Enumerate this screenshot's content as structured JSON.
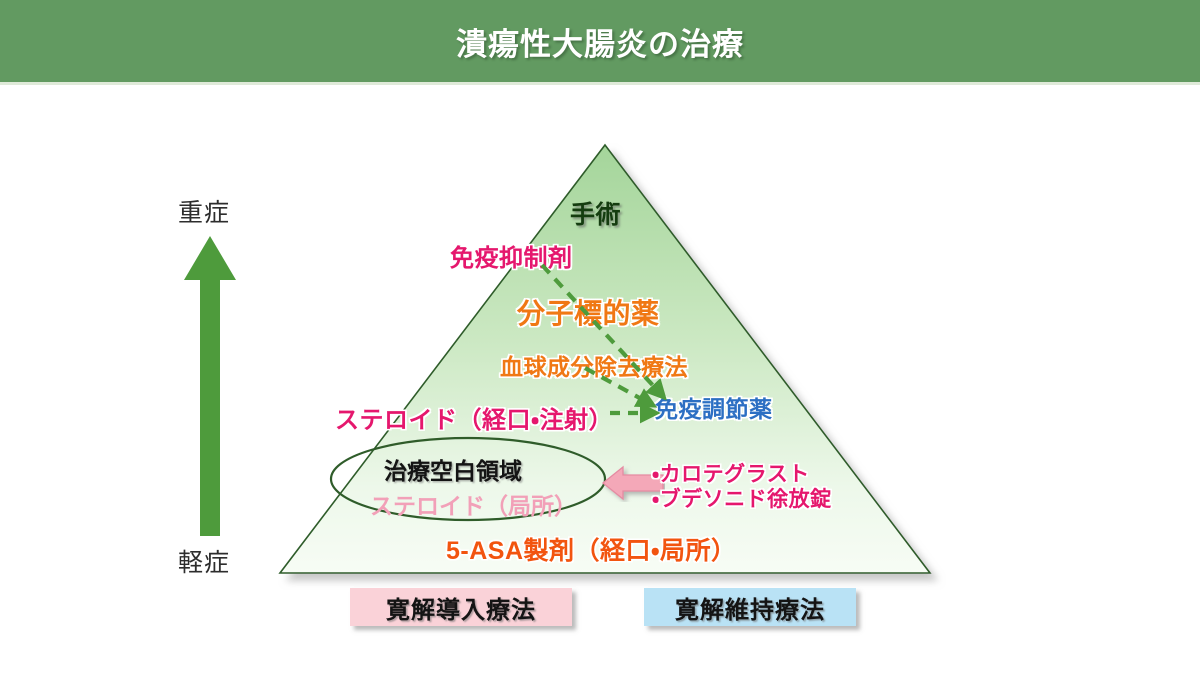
{
  "header": {
    "title": "潰瘍性大腸炎の治療",
    "bar_color": "#629a61",
    "title_color": "#ffffff"
  },
  "axis": {
    "severe_label": "重症",
    "mild_label": "軽症",
    "arrow_color": "#4e9b3c",
    "arrow_direction": "up",
    "label_color": "#2d2d2d"
  },
  "pyramid": {
    "fill_top_color": "#a6d69c",
    "fill_bottom_color": "#f4fbf2",
    "outline_color": "#2f5c2a",
    "tiers": [
      {
        "id": "surgery",
        "label": "手術",
        "color": "#143c0f"
      },
      {
        "id": "immunosuppressant",
        "label": "免疫抑制剤",
        "color": "#e5176d"
      },
      {
        "id": "molecular",
        "label": "分子標的薬",
        "color": "#f07814"
      },
      {
        "id": "cytapheresis",
        "label": "血球成分除去療法",
        "color": "#f07814"
      },
      {
        "id": "immunomodulator",
        "label": "免疫調節薬",
        "color": "#2c6fc3"
      },
      {
        "id": "steroid_systemic",
        "label": "ステロイド（経口・注射）",
        "color": "#e5176d"
      },
      {
        "id": "asa",
        "label": "5-ASA製剤（経口・局所）",
        "color": "#f2540f"
      }
    ]
  },
  "treatment_gap": {
    "title": "治療空白領域",
    "title_color": "#141414",
    "steroid_local": "ステロイド（局所）",
    "steroid_local_color": "#f2a0b8",
    "ellipse_outline_color": "#2f5c2a"
  },
  "new_drugs": {
    "arrow_color": "#f4a8b8",
    "arrow_border_color": "#e08ca0",
    "items": [
      "・カロテグラスト",
      "・ブデソニド徐放錠"
    ],
    "text_color": "#e5176d"
  },
  "dashed_arrows": {
    "color": "#4e9b3c",
    "count": 3,
    "target": "免疫調節薬"
  },
  "phases": {
    "induction": {
      "label": "寛解導入療法",
      "bg_color": "#fad2d8"
    },
    "maintenance": {
      "label": "寛解維持療法",
      "bg_color": "#b9e2f5"
    }
  }
}
